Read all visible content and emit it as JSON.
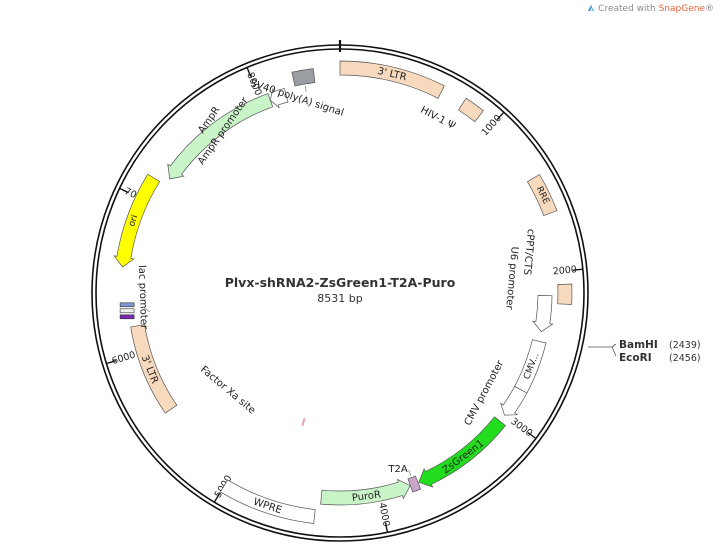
{
  "credit": {
    "prefix": "Created with ",
    "brand": "SnapGene",
    "suffix": "®"
  },
  "plasmid": {
    "name": "Plvx-shRNA2-ZsGreen1-T2A-Puro",
    "size": "8531 bp",
    "length": 8531
  },
  "ticks": [
    "1000",
    "2000",
    "3000",
    "4000",
    "5000",
    "6000",
    "7000",
    "8000"
  ],
  "features": [
    {
      "id": "ltr3-top",
      "label": "3' LTR",
      "kind": "box",
      "color": "#f7d9bd"
    },
    {
      "id": "hiv1-psi",
      "label": "HIV-1 Ψ",
      "kind": "box",
      "color": "#f7d9bd"
    },
    {
      "id": "rre",
      "label": "RRE",
      "kind": "box",
      "color": "#f7d9bd"
    },
    {
      "id": "cppt-cts",
      "label": "cPPT/CTS",
      "kind": "box",
      "color": "#f7d9bd"
    },
    {
      "id": "u6-promoter",
      "label": "U6 promoter",
      "kind": "arrow",
      "color": "#ffffff"
    },
    {
      "id": "cmv-enhancer",
      "label": "CMV...",
      "kind": "box",
      "color": "#ffffff"
    },
    {
      "id": "cmv-promoter",
      "label": "CMV promoter",
      "kind": "arrow",
      "color": "#ffffff"
    },
    {
      "id": "zsgreen1",
      "label": "ZsGreen1",
      "kind": "arrow",
      "color": "#22dd1d"
    },
    {
      "id": "t2a",
      "label": "T2A",
      "kind": "box",
      "color": "#c9a6c9"
    },
    {
      "id": "puror",
      "label": "PuroR",
      "kind": "arrow",
      "color": "#c8f4c8"
    },
    {
      "id": "wpre",
      "label": "WPRE",
      "kind": "box",
      "color": "#ffffff"
    },
    {
      "id": "factor-xa",
      "label": "Factor Xa site",
      "kind": "mark",
      "color": "#e8a8a8"
    },
    {
      "id": "ltr3-bottom",
      "label": "3' LTR",
      "kind": "box",
      "color": "#f7d9bd"
    },
    {
      "id": "lac-promoter",
      "label": "lac promoter",
      "kind": "mark",
      "color": "#7a6a9a"
    },
    {
      "id": "ori",
      "label": "ori",
      "kind": "arrow",
      "color": "#ffff00"
    },
    {
      "id": "ampr",
      "label": "AmpR",
      "kind": "arrow",
      "color": "#c8f4c8"
    },
    {
      "id": "ampr-promoter",
      "label": "AmpR promoter",
      "kind": "arrow",
      "color": "#ffffff"
    },
    {
      "id": "sv40-polya",
      "label": "SV40 poly(A) signal",
      "kind": "box",
      "color": "#9a9ea2"
    }
  ],
  "sites": [
    {
      "name": "BamHI",
      "position": "(2439)"
    },
    {
      "name": "EcoRI",
      "position": "(2456)"
    }
  ]
}
